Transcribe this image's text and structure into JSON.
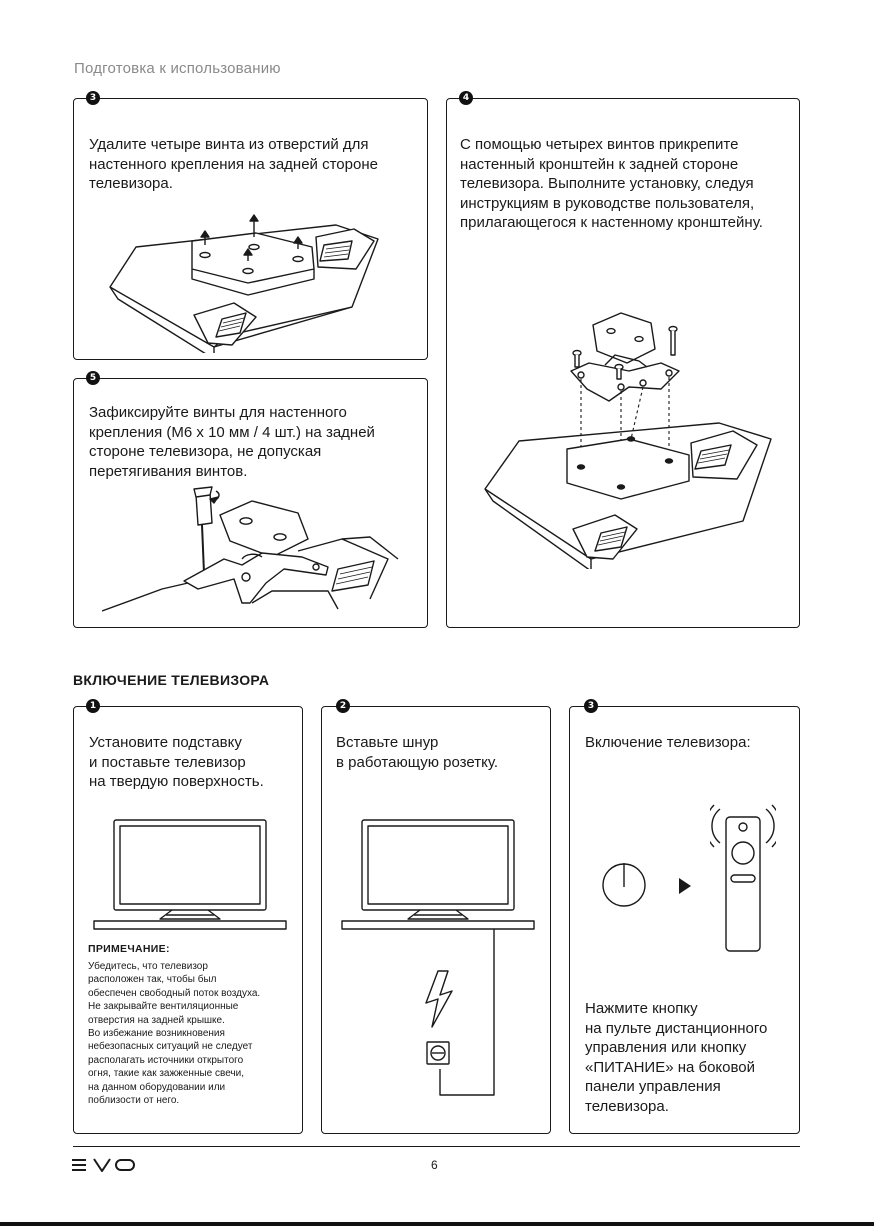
{
  "header": {
    "section_title": "Подготовка к использованию"
  },
  "wall_mount_steps": [
    {
      "number": "3",
      "text": "Удалите четыре винта из отверстий для\nнастенного крепления на задней стороне\nтелевизора."
    },
    {
      "number": "4",
      "text": "С помощью четырех винтов прикрепите\nнастенный кронштейн к задней стороне\nтелевизора. Выполните установку, следуя\nинструкциям в руководстве пользователя,\nприлагающегося к настенному кронштейну."
    },
    {
      "number": "5",
      "text": "Зафиксируйте винты для настенного\nкрепления (М6 x 10 мм / 4 шт.) на задней\nстороне телевизора, не допуская\nперетягивания винтов."
    }
  ],
  "power_on": {
    "title": "ВКЛЮЧЕНИЕ ТЕЛЕВИЗОРА",
    "steps": [
      {
        "number": "1",
        "text": "Установите подставку\nи поставьте телевизор\nна твердую поверхность."
      },
      {
        "number": "2",
        "text": "Вставьте шнур\nв работающую розетку."
      },
      {
        "number": "3",
        "text": "Включение телевизора:",
        "detail": "Нажмите кнопку\nна пульте дистанционного\nуправления или кнопку\n«ПИТАНИЕ» на боковой\nпанели управления\nтелевизора."
      }
    ],
    "note": {
      "title": "ПРИМЕЧАНИЕ:",
      "body": "Убедитесь, что телевизор\nрасположен так, чтобы был\nобеспечен свободный поток воздуха.\nНе закрывайте вентиляционные\nотверстия на задней крышке.\nВо избежание возникновения\nнебезопасных ситуаций не следует\nрасполагать источники открытого\nогня, такие как зажженные свечи,\nна данном оборудовании или\nпоблизости от него."
    }
  },
  "footer": {
    "brand_logo": "EVO",
    "page_number": "6"
  },
  "icons": [
    "screw-removal-icon",
    "wall-bracket-icon",
    "screwdriver-icon",
    "tv-on-stand-icon",
    "lightning-icon",
    "power-outlet-icon",
    "power-button-icon",
    "arrow-right-icon",
    "remote-control-icon"
  ]
}
